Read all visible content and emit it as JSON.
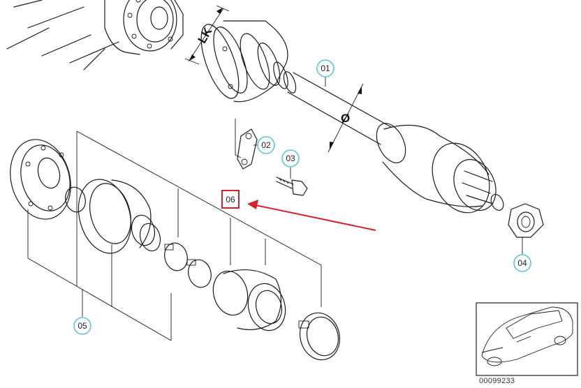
{
  "diagram": {
    "callouts": [
      {
        "id": "01",
        "label": "01"
      },
      {
        "id": "02",
        "label": "02"
      },
      {
        "id": "03",
        "label": "03"
      },
      {
        "id": "04",
        "label": "04"
      },
      {
        "id": "05",
        "label": "05"
      },
      {
        "id": "06",
        "label": "06"
      }
    ],
    "dimension_labels": {
      "pitch_circle": "LK",
      "diameter": "Ø"
    },
    "highlighted_part": "06",
    "catalog_number": "00099233",
    "colors": {
      "callout_ring": "#62c2e3",
      "highlight": "#d8202a",
      "line": "#1a1a1a"
    }
  }
}
